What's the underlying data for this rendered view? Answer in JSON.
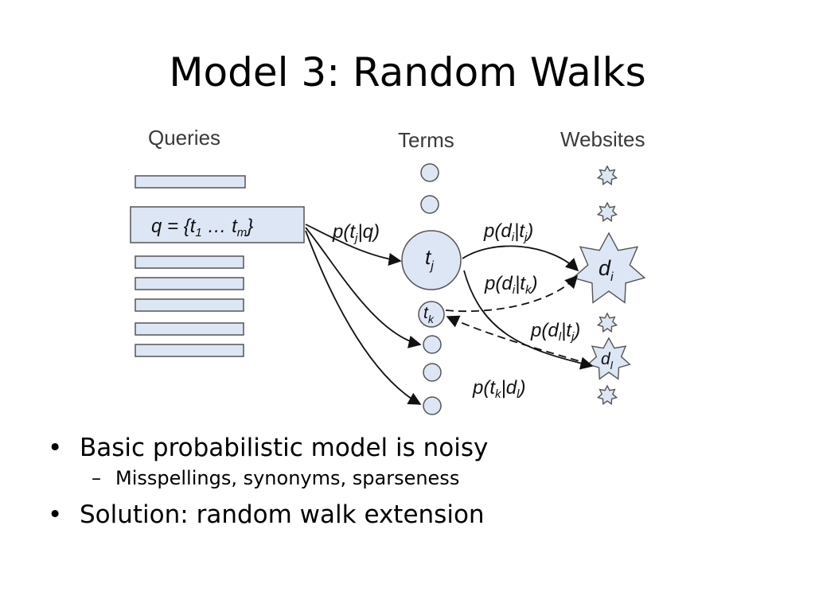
{
  "slide": {
    "title": "Model 3:  Random Walks"
  },
  "diagram": {
    "column_labels": {
      "queries": "Queries",
      "terms": "Terms",
      "websites": "Websites"
    },
    "query_box": {
      "prefix": "q = {t",
      "sub1": "1",
      "ellipsis": " … t",
      "subm": "m",
      "suffix": "}"
    },
    "edge_labels": {
      "p_tj_q": {
        "base": "p(t",
        "sub": "j",
        "rest": "|q)"
      },
      "p_di_tj": {
        "a": "p(d",
        "sub1": "i",
        "b": "|t",
        "sub2": "j",
        "c": ")"
      },
      "p_di_tk": {
        "a": "p(d",
        "sub1": "i",
        "b": "|t",
        "sub2": "k",
        "c": ")"
      },
      "p_dl_tj": {
        "a": "p(d",
        "sub1": "l",
        "b": "|t",
        "sub2": "j",
        "c": ")"
      },
      "p_tk_dl": {
        "a": "p(t",
        "sub1": "k",
        "b": "|d",
        "sub2": "l",
        "c": ")"
      }
    },
    "nodes": {
      "tj": {
        "base": "t",
        "sub": "j"
      },
      "tk": {
        "base": "t",
        "sub": "k"
      },
      "di": {
        "base": "d",
        "sub": "i"
      },
      "dl": {
        "base": "d",
        "sub": "l"
      }
    },
    "colors": {
      "fill": "#dde6f5",
      "stroke": "#555555",
      "arrow": "#111111"
    }
  },
  "bullets": {
    "marker": "•",
    "dash": "–",
    "items": [
      "Basic probabilistic model is noisy",
      "Misspellings, synonyms, sparseness",
      "Solution: random walk extension"
    ]
  }
}
